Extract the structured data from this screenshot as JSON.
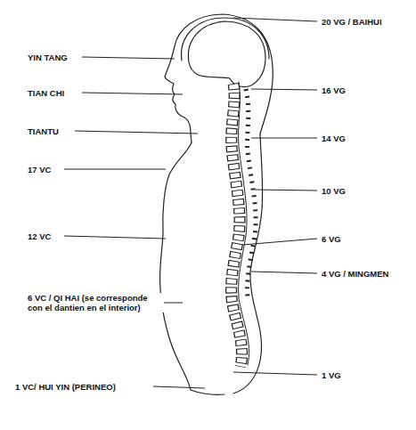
{
  "diagram": {
    "labels": [
      "20 VG / BAIHUI",
      "YIN TANG",
      "TIAN CHI",
      "16 VG",
      "TIANTU",
      "14 VG",
      "17 VC",
      "10 VG",
      "12 VC",
      "6 VG",
      "4 VG / MINGMEN",
      "6 VC / QI HAI (se corresponde con el dantien en el interior)",
      "1 VG",
      "1 VC/ HUI YIN (PERINEO)"
    ]
  }
}
